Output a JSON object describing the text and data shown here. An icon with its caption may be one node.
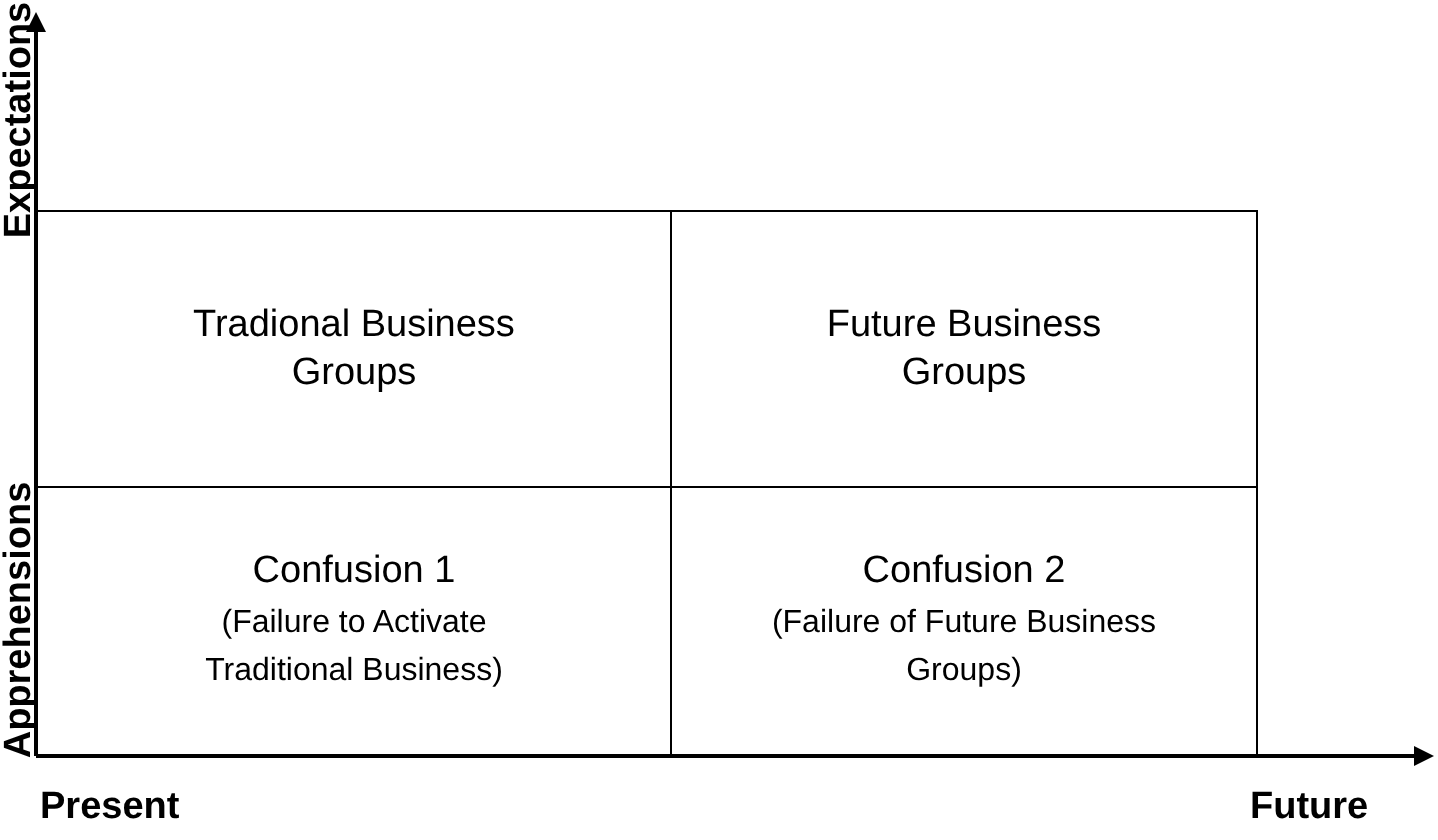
{
  "diagram": {
    "nodes": [
      {
        "text": [
          "Tradional Business Groups"
        ]
      },
      {
        "text": [
          "Future Business Groups"
        ]
      },
      {
        "text": [
          "Confusion 1",
          "(Failure to Activate Traditional Business)"
        ]
      },
      {
        "text": [
          "Confusion 2",
          "(Failure of Future Business Groups)"
        ]
      }
    ],
    "edges": [],
    "labels": [
      "Expectations",
      "Apprehensions",
      "Present",
      "Future"
    ]
  }
}
